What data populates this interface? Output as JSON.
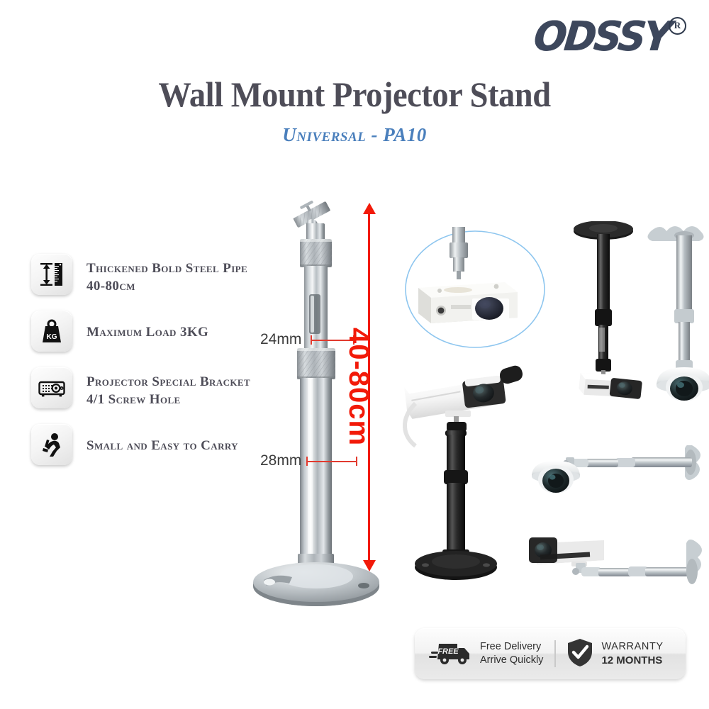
{
  "brand": {
    "logo_text": "ODSSY",
    "registered_mark": "R"
  },
  "header": {
    "title": "Wall Mount Projector Stand",
    "subtitle": "Universal - PA10",
    "title_color": "#4e4d58",
    "subtitle_color": "#4a7fbc"
  },
  "features": [
    {
      "icon": "ruler-height-icon",
      "line1": "Thickened Bold Steel Pipe",
      "line2": "40-80cm"
    },
    {
      "icon": "weight-kg-icon",
      "line1": "Maximum Load 3KG",
      "line2": ""
    },
    {
      "icon": "projector-icon",
      "line1": "Projector Special Bracket",
      "line2": "4/1 Screw Hole"
    },
    {
      "icon": "running-person-icon",
      "line1": "Small and Easy to Carry",
      "line2": ""
    }
  ],
  "dimensions": {
    "top_diameter": "24mm",
    "bottom_diameter": "28mm",
    "length_range": "40-80cm",
    "length_color": "#f21a09",
    "diameter_text_color": "#3b3b3b"
  },
  "product_shots": {
    "projector_mounted": "projector-on-stand-photo",
    "bullet_camera_stand": "bullet-camera-on-black-stand-photo",
    "ceiling_black_mount": "ceiling-mounted-black-bullet-camera-photo",
    "ceiling_silver_mount": "ceiling-mounted-silver-dome-camera-photo",
    "wall_dome_mount": "wall-mounted-dome-camera-photo",
    "wall_bullet_mount": "wall-mounted-bullet-camera-photo",
    "highlight_circle_color": "#8ec6ef"
  },
  "banner": {
    "free_badge": "FREE",
    "delivery_line1": "Free Delivery",
    "delivery_line2": "Arrive Quickly",
    "warranty_line1": "WARRANTY",
    "warranty_line2": "12 MONTHS",
    "truck_icon": "delivery-truck-icon",
    "shield_icon": "shield-check-icon"
  }
}
